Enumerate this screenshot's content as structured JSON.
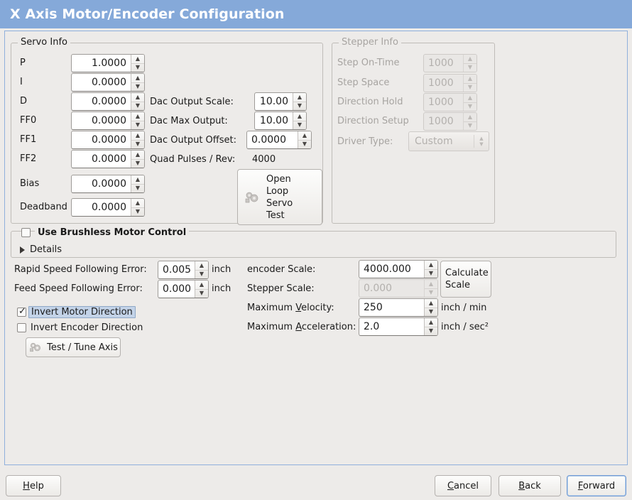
{
  "window": {
    "title": "X Axis Motor/Encoder Configuration",
    "title_bar_color": "#85a9d9",
    "background_color": "#edebe9"
  },
  "servo_info": {
    "legend": "Servo Info",
    "fields": [
      {
        "label": "P",
        "value": "1.0000"
      },
      {
        "label": "I",
        "value": "0.0000"
      },
      {
        "label": "D",
        "value": "0.0000"
      },
      {
        "label": "FF0",
        "value": "0.0000"
      },
      {
        "label": "FF1",
        "value": "0.0000"
      },
      {
        "label": "FF2",
        "value": "0.0000"
      },
      {
        "label": "Bias",
        "value": "0.0000"
      },
      {
        "label": "Deadband",
        "value": "0.0000"
      }
    ],
    "dac": [
      {
        "label": "Dac Output Scale:",
        "value": "10.00"
      },
      {
        "label": "Dac Max Output:",
        "value": "10.00"
      },
      {
        "label": "Dac Output Offset:",
        "value": "0.0000"
      }
    ],
    "quad_pulses": {
      "label": "Quad Pulses / Rev:",
      "value": "4000"
    },
    "open_loop_button": {
      "label": "Open\nLoop\nServo\nTest",
      "icon": "gears-icon"
    }
  },
  "stepper_info": {
    "legend": "Stepper Info",
    "disabled": true,
    "fields": [
      {
        "label": "Step On-Time",
        "value": "1000"
      },
      {
        "label": "Step Space",
        "value": "1000"
      },
      {
        "label": "Direction Hold",
        "value": "1000"
      },
      {
        "label": "Direction Setup",
        "value": "1000"
      }
    ],
    "driver_type": {
      "label": "Driver Type:",
      "value": "Custom"
    }
  },
  "brushless": {
    "checkbox_label": "Use Brushless Motor Control",
    "checked": false,
    "details_label": "Details",
    "details_expanded": false
  },
  "tuning": {
    "rapid_following_error": {
      "label": "Rapid Speed Following Error:",
      "value": "0.0050",
      "unit": "inch"
    },
    "feed_following_error": {
      "label": "Feed Speed Following Error:",
      "value": "0.0005",
      "unit": "inch"
    },
    "invert_motor": {
      "label": "Invert Motor Direction",
      "checked": true,
      "focused": true
    },
    "invert_encoder": {
      "label": "Invert Encoder Direction",
      "checked": false,
      "focused": false
    },
    "test_tune_button": {
      "label": "Test / Tune Axis",
      "icon": "gears-icon"
    }
  },
  "scaling": {
    "encoder_scale": {
      "label": "encoder Scale:",
      "value": "4000.000",
      "disabled": false
    },
    "stepper_scale": {
      "label": "Stepper Scale:",
      "value": "0.000",
      "disabled": true
    },
    "max_velocity": {
      "label_pre": "Maximum ",
      "label_mnemonic": "V",
      "label_post": "elocity:",
      "value": "250",
      "unit": "inch / min"
    },
    "max_acceleration": {
      "label_pre": "Maximum ",
      "label_mnemonic": "A",
      "label_post": "cceleration:",
      "value": "2.0",
      "unit": "inch / sec²"
    },
    "calculate_button": {
      "label": "Calculate\nScale"
    }
  },
  "actions": {
    "help": {
      "mnemonic": "H",
      "rest": "elp"
    },
    "cancel": {
      "mnemonic": "C",
      "rest": "ancel"
    },
    "back": {
      "mnemonic": "B",
      "rest": "ack"
    },
    "forward": {
      "mnemonic": "F",
      "rest": "orward",
      "primary": true
    }
  }
}
